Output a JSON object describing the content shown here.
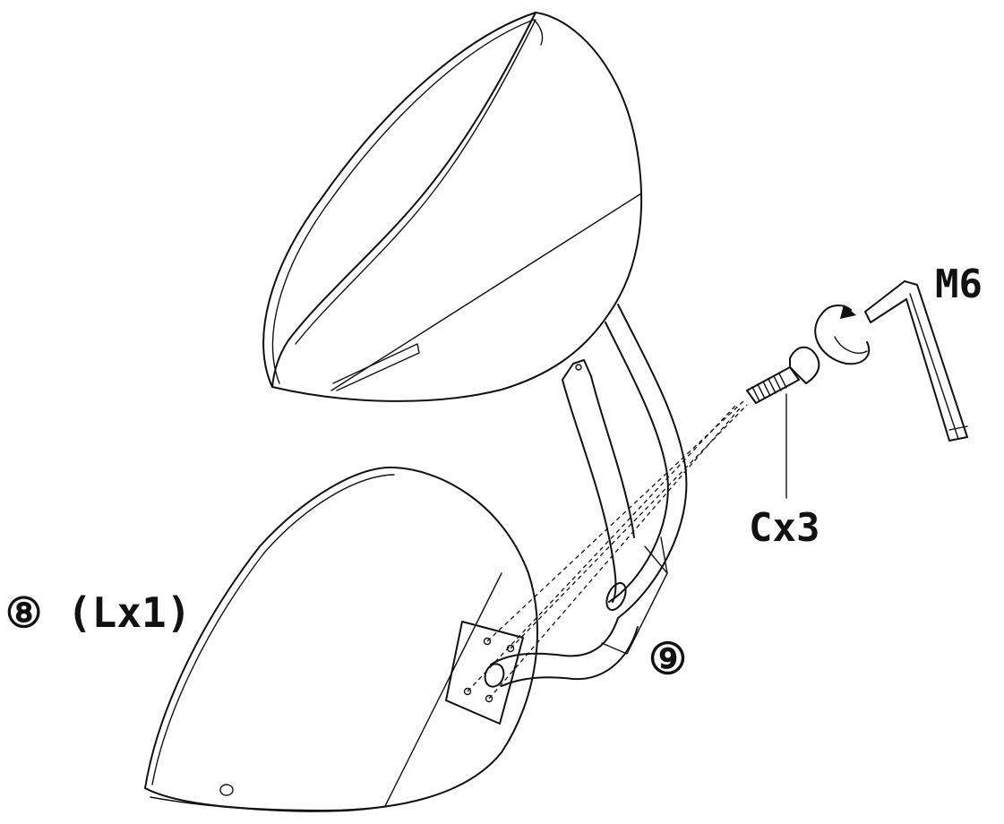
{
  "labels": {
    "seat_part": "⑧ (Lx1)",
    "bracket_part": "⑨",
    "screw": "Cx3",
    "hex_key": "M6"
  },
  "colors": {
    "line": "#111111",
    "background": "#ffffff"
  },
  "icons": {
    "rotation": "clockwise-rotation-arrow-icon",
    "hex_key": "allen-key-icon",
    "screw": "bolt-icon"
  }
}
